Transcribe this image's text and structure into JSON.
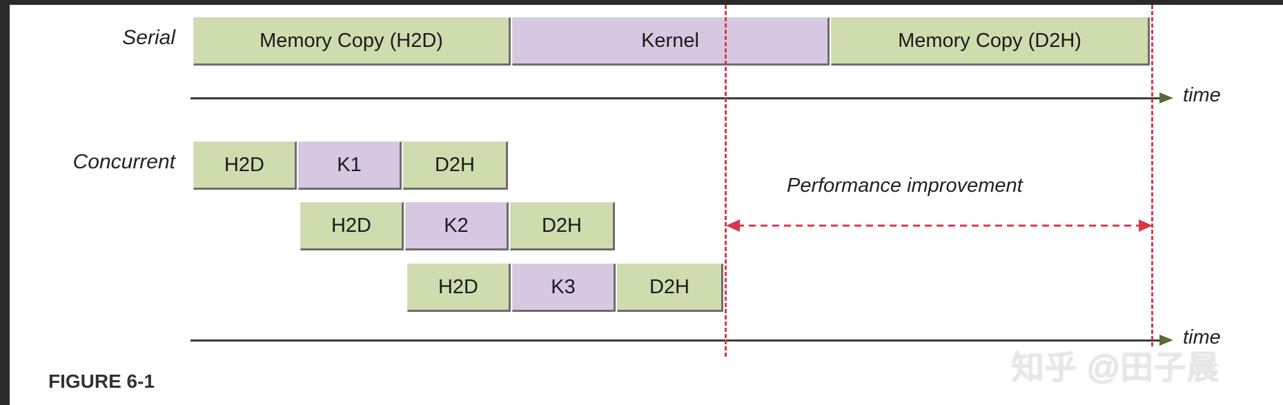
{
  "serial": {
    "label": "Serial",
    "blocks": [
      "Memory Copy (H2D)",
      "Kernel",
      "Memory Copy (D2H)"
    ]
  },
  "concurrent": {
    "label": "Concurrent",
    "streams": [
      [
        "H2D",
        "K1",
        "D2H"
      ],
      [
        "H2D",
        "K2",
        "D2H"
      ],
      [
        "H2D",
        "K3",
        "D2H"
      ]
    ]
  },
  "axis_label": "time",
  "performance_label": "Performance improvement",
  "figure_caption": "FIGURE 6-1",
  "watermark": "知乎 @田子晨",
  "colors": {
    "copy": "#cfdcae",
    "kernel": "#d6c8e0",
    "dashed": "#d93848",
    "arrow": "#5a6a34"
  }
}
